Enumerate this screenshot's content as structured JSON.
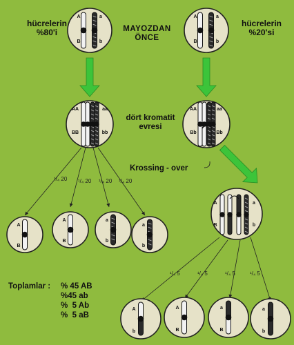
{
  "labels": {
    "cells_80": [
      "hücrelerin",
      "%80'i"
    ],
    "cells_20": [
      "hücrelerin",
      "%20'si"
    ],
    "before_meiosis": [
      "MAYOZDAN",
      "ÖNCE"
    ],
    "four_chromatid": [
      "dört kromatit",
      "evresi"
    ],
    "crossing_over": "Krossing - over"
  },
  "gene_labels": {
    "top_left": [
      "A",
      "a",
      "B",
      "b"
    ],
    "top_right": [
      "A",
      "a",
      "B",
      "b"
    ],
    "mid_left": [
      "AA",
      "aa",
      "BB",
      "bb"
    ],
    "mid_right": [
      "AA",
      "aa",
      "Bb",
      "Bb"
    ],
    "cross_cell": [
      "A",
      "a",
      "B",
      "b"
    ],
    "gametes_left": [
      [
        "A",
        "B"
      ],
      [
        "A",
        "B"
      ],
      [
        "a",
        "b"
      ],
      [
        "a",
        "b"
      ]
    ],
    "gametes_right": [
      [
        "A",
        "b"
      ],
      [
        "A",
        "B"
      ],
      [
        "a",
        "B"
      ],
      [
        "a",
        "b"
      ]
    ]
  },
  "branch_fractions": {
    "left": [
      "¹/₄ 20",
      "¹/₄ 20",
      "¹/₄ 20",
      "¹/₄ 20"
    ],
    "right": [
      "¹/₄ 5",
      "¹/₄ 5",
      "¹/₄ 5",
      "¹/₄ 5"
    ]
  },
  "totals": {
    "title": "Toplamlar :",
    "lines": [
      "% 45 AB",
      "%45 ab",
      "%  5 Ab",
      "%  5 aB"
    ]
  },
  "colors": {
    "background": "#8fbb3e",
    "cell_fill": "#e6e2c8",
    "arrow_green": "#3cc43a",
    "chromosome_light": "#f2f2f2",
    "chromosome_dark": "#2a2a2a"
  }
}
